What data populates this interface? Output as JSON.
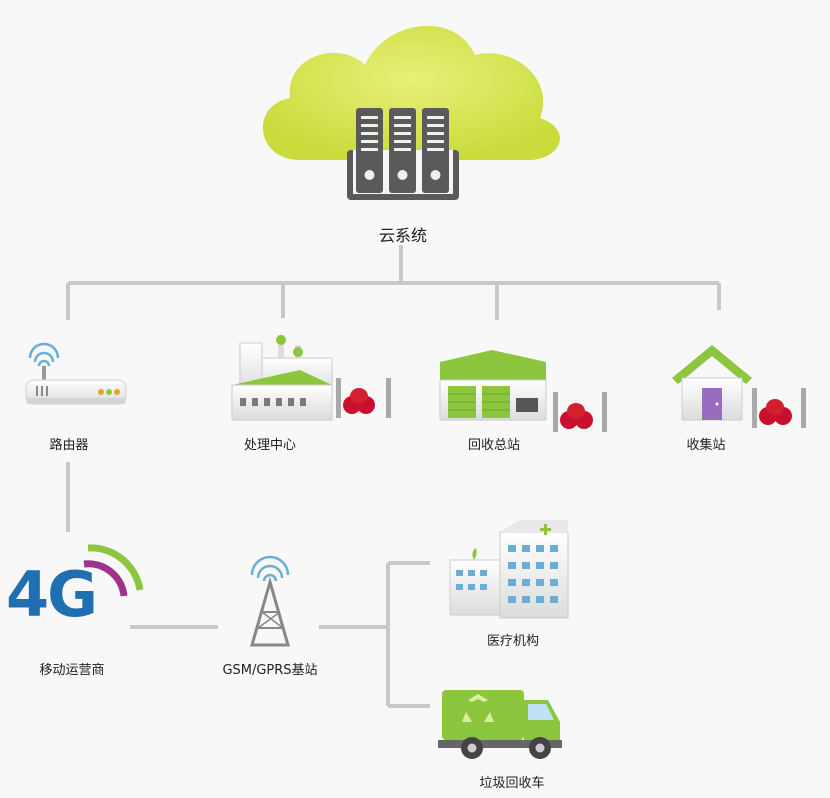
{
  "cloud": {
    "label": "云系统"
  },
  "nodes": {
    "router": {
      "label": "路由器"
    },
    "processing_center": {
      "label": "处理中心"
    },
    "recycling_station": {
      "label": "回收总站"
    },
    "collection_station": {
      "label": "收集站"
    },
    "mobile_operator": {
      "label": "移动运营商",
      "logo_text": "4G"
    },
    "base_station": {
      "label": "GSM/GPRS基站"
    },
    "medical_institution": {
      "label": "医疗机构"
    },
    "garbage_truck": {
      "label": "垃圾回收车"
    }
  },
  "colors": {
    "line": "#c8c8c8",
    "cloud": "#cfe04d",
    "server": "#5a5a5a",
    "green": "#8cc63f",
    "blue_4g": "#1f6fb2",
    "purple": "#a0328f",
    "waste_red": "#c8102e"
  }
}
